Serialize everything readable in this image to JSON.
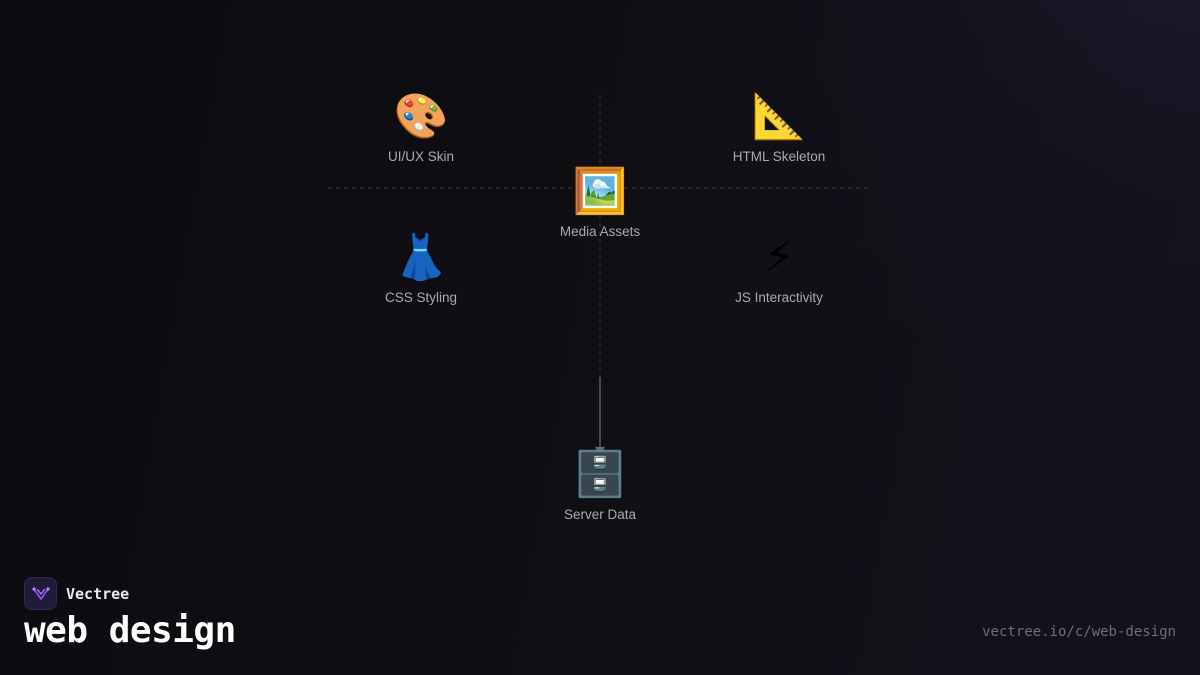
{
  "diagram": {
    "nodes": [
      {
        "id": "uiux",
        "emoji": "🎨",
        "icon": "palette-icon",
        "label": "UI/UX Skin"
      },
      {
        "id": "html",
        "emoji": "📐",
        "icon": "triangular-ruler-icon",
        "label": "HTML Skeleton"
      },
      {
        "id": "media",
        "emoji": "🖼️",
        "icon": "framed-picture-icon",
        "label": "Media Assets"
      },
      {
        "id": "css",
        "emoji": "👗",
        "icon": "dress-icon",
        "label": "CSS Styling"
      },
      {
        "id": "js",
        "emoji": "⚡",
        "icon": "lightning-icon",
        "label": "JS Interactivity"
      },
      {
        "id": "server",
        "emoji": "🗄️",
        "icon": "file-cabinet-icon",
        "label": "Server Data"
      }
    ],
    "edges": [
      {
        "from": "media",
        "to": "server",
        "style": "solid-arrow"
      }
    ]
  },
  "brand": {
    "name": "Vectree",
    "logo_color": "#9b4dff"
  },
  "title": "web design",
  "url": "vectree.io/c/web-design",
  "colors": {
    "background": "#0d0d11",
    "label": "#a9a9b0",
    "connector": "#55555c"
  }
}
